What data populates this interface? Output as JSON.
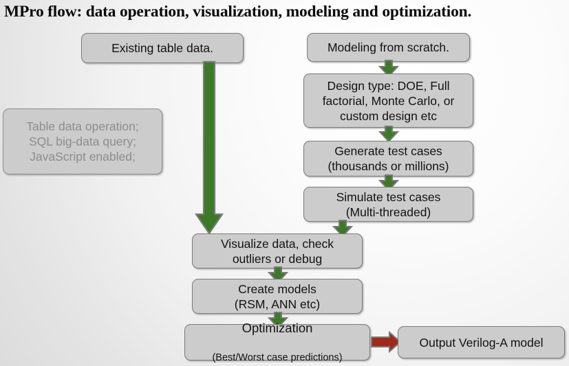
{
  "title": "MPro flow: data operation, visualization, modeling and optimization.",
  "colors": {
    "box_fill": "#cccccc",
    "box_border": "#7a7a7a",
    "text": "#121212",
    "muted_text": "#8d8d8d",
    "green_arrow": "#3c7a28",
    "red_arrow": "#9e2b17",
    "arrow_outline": "#7a7a7a",
    "background": "#f2f2f2"
  },
  "nodes": {
    "existing_table_data": {
      "label": "Existing table data."
    },
    "table_ops_note": {
      "label": "Table data operation;\nSQL big-data query;\nJavaScript enabled;"
    },
    "modeling_from_scratch": {
      "label": "Modeling from scratch."
    },
    "design_type": {
      "label": "Design type: DOE, Full\nfactorial, Monte Carlo, or\ncustom design etc"
    },
    "generate_test_cases": {
      "label": "Generate test cases\n(thousands or millions)"
    },
    "simulate_test_cases": {
      "label": "Simulate test cases\n(Multi-threaded)"
    },
    "visualize_data": {
      "label": "Visualize data, check\noutliers  or debug"
    },
    "create_models": {
      "label": "Create models\n(RSM, ANN etc)"
    },
    "optimization": {
      "label_main": "Optimization",
      "label_sub": "(Best/Worst case predictions)"
    },
    "output_verilog_a": {
      "label": "Output Verilog-A model"
    }
  },
  "arrows": [
    {
      "name": "arrow-existing-to-visualize",
      "direction": "down",
      "color": "#3c7a28"
    },
    {
      "name": "arrow-modeling-to-design",
      "direction": "down",
      "color": "#3c7a28"
    },
    {
      "name": "arrow-design-to-generate",
      "direction": "down",
      "color": "#3c7a28"
    },
    {
      "name": "arrow-generate-to-simulate",
      "direction": "down",
      "color": "#3c7a28"
    },
    {
      "name": "arrow-simulate-to-visualize",
      "direction": "down",
      "color": "#3c7a28"
    },
    {
      "name": "arrow-visualize-to-create",
      "direction": "down",
      "color": "#3c7a28"
    },
    {
      "name": "arrow-create-to-optimization",
      "direction": "down",
      "color": "#3c7a28"
    },
    {
      "name": "arrow-optimization-to-output",
      "direction": "right",
      "color": "#9e2b17"
    }
  ]
}
